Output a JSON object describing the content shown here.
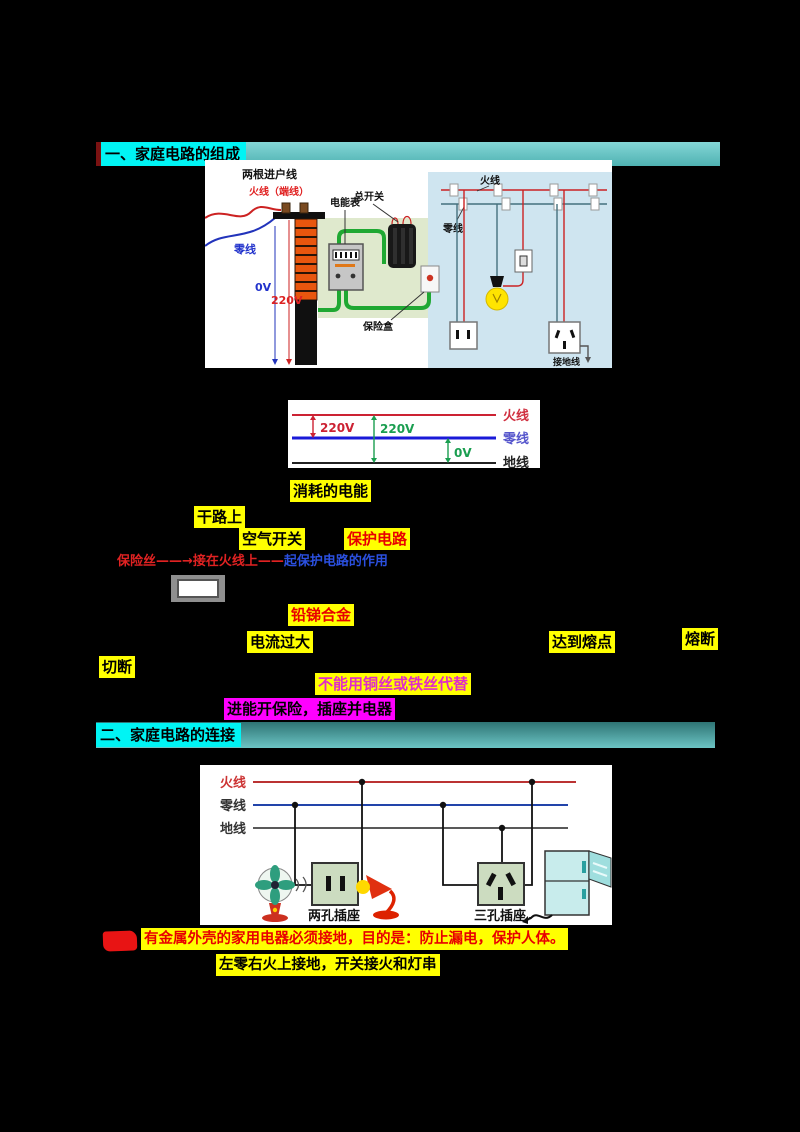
{
  "section1": {
    "title": "一、家庭电路的组成"
  },
  "diagram1": {
    "incoming_label": "两根进户线",
    "live_label": "火线（端线）",
    "neutral_label": "零线",
    "v0": "0V",
    "v220": "220V",
    "meter_label": "电能表",
    "main_switch_label": "总开关",
    "fuse_box_label": "保险盒",
    "live_right_label": "火线",
    "neutral_right_label": "零线",
    "ground_label": "接地线"
  },
  "voltage_diagram": {
    "live": "火线",
    "neutral": "零线",
    "ground": "地线",
    "v_live_neutral": "220V",
    "v_live_ground": "220V",
    "v_neutral_ground": "0V"
  },
  "notes1": {
    "consumed_energy": "消耗的电能",
    "main_line": "干路上",
    "air_switch": "空气开关",
    "protect_circuit": "保护电路",
    "fuse_red": "保险丝——→接在火线上——",
    "fuse_blue": "起保护电路的作用",
    "alloy": "铅锑合金",
    "over_current": "电流过大",
    "melting_point": "达到熔点",
    "fuse_blow": "熔断",
    "cut_off": "切断",
    "no_copper": "不能用铜丝或铁丝代替",
    "mnemonic": "进能开保险，插座并电器"
  },
  "section2": {
    "title": "二、家庭电路的连接"
  },
  "diagram2": {
    "live": "火线",
    "neutral": "零线",
    "ground": "地线",
    "two_hole": "两孔插座",
    "three_hole": "三孔插座"
  },
  "notes2": {
    "grounding": "有金属外壳的家用电器必须接地，目的是：防止漏电，保护人体。",
    "wiring_rule": "左零右火上接地，开关接火和灯串"
  },
  "colors": {
    "highlight_yellow": "#ffff00",
    "highlight_cyan": "#00f4f4",
    "highlight_magenta": "#ff00ff",
    "bar_teal": "#5fc0c0",
    "live_red": "#cc2222",
    "neutral_blue": "#2233bb",
    "ground_black": "#222222",
    "green_note": "#1a9e50"
  }
}
